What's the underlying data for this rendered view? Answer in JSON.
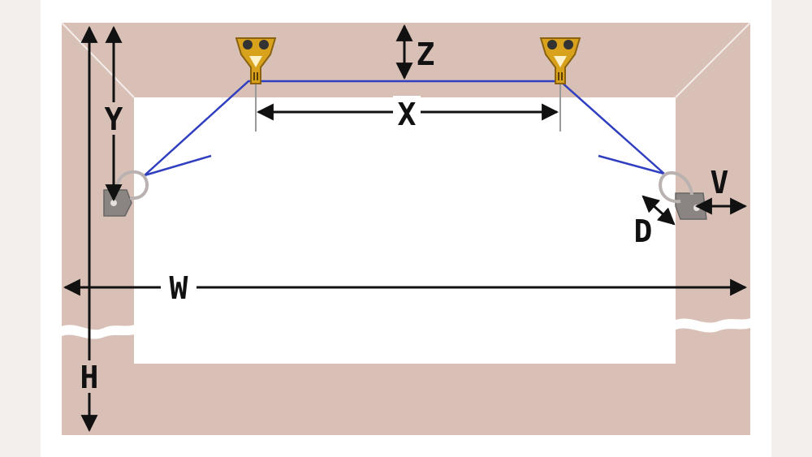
{
  "diagram": {
    "labels": {
      "x": "X",
      "y": "Y",
      "z": "Z",
      "w": "W",
      "h": "H",
      "v": "V",
      "d": "D"
    },
    "colors": {
      "background_side": "#f2efed",
      "frame": "#d9c0b6",
      "canvas": "#ffffff",
      "wire": "#2f3fbf",
      "hook": "#d8a21c",
      "hook_dark": "#8a6210",
      "ring": "#aaaaaa",
      "dimension": "#111111"
    },
    "icons": {
      "hook": "picture-hook-icon",
      "ring": "d-ring-icon"
    }
  }
}
